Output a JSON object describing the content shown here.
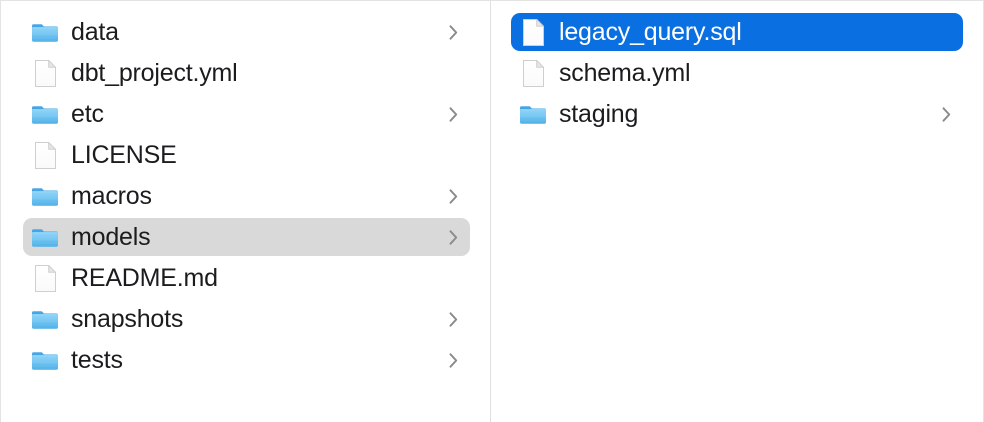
{
  "window": {
    "view_mode": "column",
    "background_color": "#ffffff",
    "divider_color": "#e0e0e0",
    "selection_active_color": "#0a6fe0",
    "selection_inactive_color": "#d9d9d9",
    "text_color": "#1c1c1e",
    "chevron_color": "#8a8a8e"
  },
  "columns": [
    {
      "name": "parent-column",
      "items": [
        {
          "label": "data",
          "kind": "folder",
          "icon": "folder-icon",
          "has_chevron": true,
          "selected": false,
          "selection_style": "none"
        },
        {
          "label": "dbt_project.yml",
          "kind": "file",
          "icon": "document-icon",
          "has_chevron": false,
          "selected": false,
          "selection_style": "none"
        },
        {
          "label": "etc",
          "kind": "folder",
          "icon": "folder-icon",
          "has_chevron": true,
          "selected": false,
          "selection_style": "none"
        },
        {
          "label": "LICENSE",
          "kind": "file",
          "icon": "document-icon",
          "has_chevron": false,
          "selected": false,
          "selection_style": "none"
        },
        {
          "label": "macros",
          "kind": "folder",
          "icon": "folder-icon",
          "has_chevron": true,
          "selected": false,
          "selection_style": "none"
        },
        {
          "label": "models",
          "kind": "folder",
          "icon": "folder-icon",
          "has_chevron": true,
          "selected": true,
          "selection_style": "gray"
        },
        {
          "label": "README.md",
          "kind": "file",
          "icon": "document-icon",
          "has_chevron": false,
          "selected": false,
          "selection_style": "none"
        },
        {
          "label": "snapshots",
          "kind": "folder",
          "icon": "folder-icon",
          "has_chevron": true,
          "selected": false,
          "selection_style": "none"
        },
        {
          "label": "tests",
          "kind": "folder",
          "icon": "folder-icon",
          "has_chevron": true,
          "selected": false,
          "selection_style": "none"
        }
      ]
    },
    {
      "name": "child-column",
      "items": [
        {
          "label": "legacy_query.sql",
          "kind": "file",
          "icon": "document-icon",
          "has_chevron": false,
          "selected": true,
          "selection_style": "blue"
        },
        {
          "label": "schema.yml",
          "kind": "file",
          "icon": "document-icon",
          "has_chevron": false,
          "selected": false,
          "selection_style": "none"
        },
        {
          "label": "staging",
          "kind": "folder",
          "icon": "folder-icon",
          "has_chevron": true,
          "selected": false,
          "selection_style": "none"
        }
      ]
    }
  ]
}
